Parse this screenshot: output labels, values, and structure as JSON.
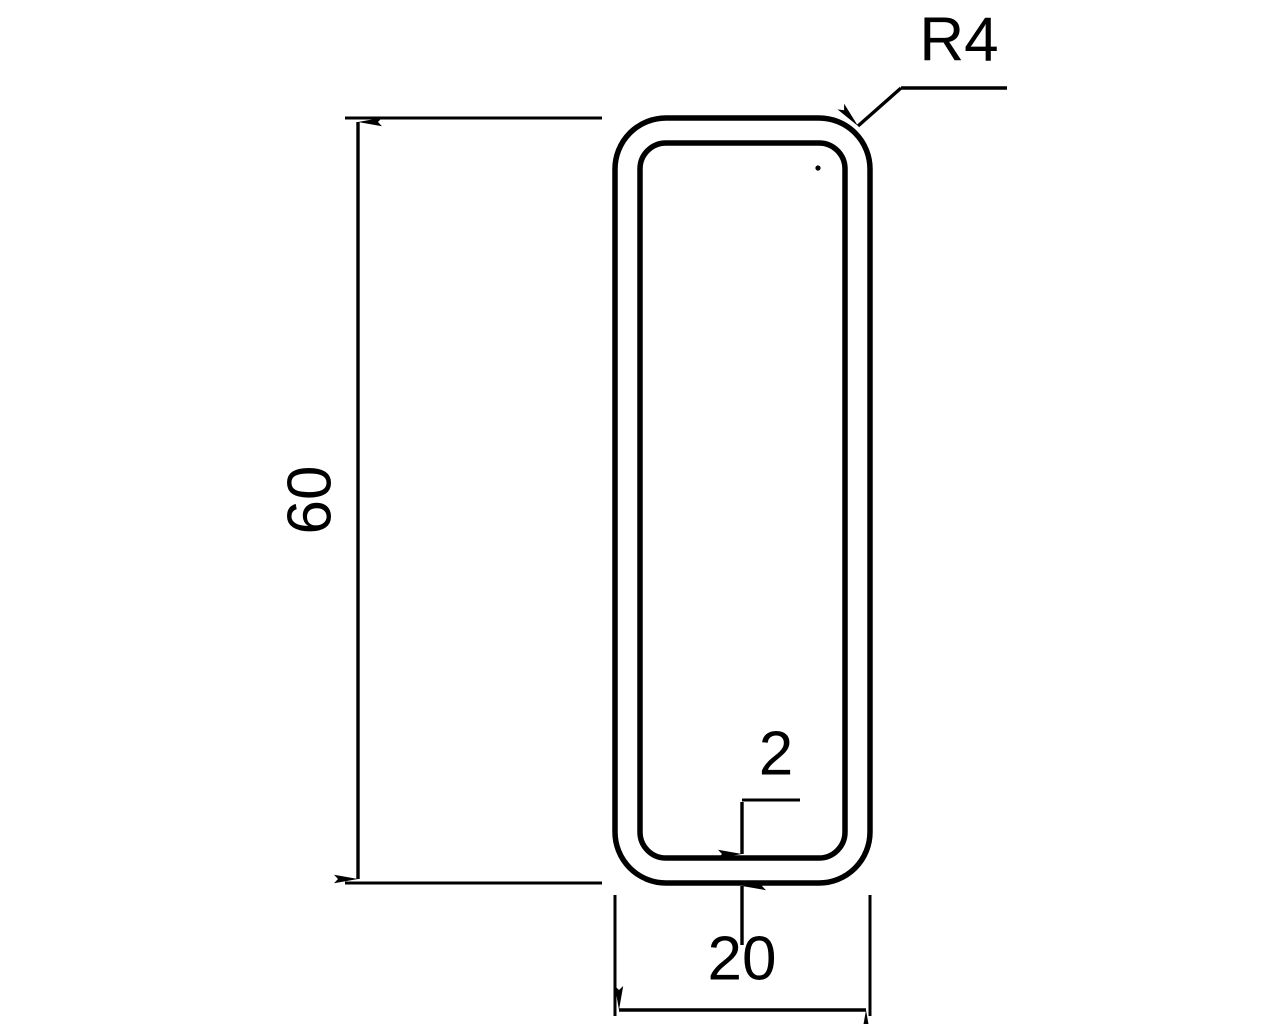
{
  "drawing": {
    "title": "Rectangular hollow section cross-section",
    "line_color": "#000000",
    "background_color": "#ffffff",
    "profile": {
      "shape": "rounded-rectangle-tube",
      "outer_width": 20,
      "outer_height": 60,
      "wall_thickness": 2,
      "outer_corner_radius": 4,
      "units": "mm"
    },
    "dimensions": {
      "height": {
        "label": "60",
        "orientation": "vertical",
        "value": 60
      },
      "width": {
        "label": "20",
        "orientation": "horizontal",
        "value": 20
      },
      "thickness": {
        "label": "2",
        "orientation": "vertical-leader",
        "value": 2
      },
      "radius": {
        "label": "R4",
        "orientation": "leader",
        "value": 4
      }
    }
  }
}
